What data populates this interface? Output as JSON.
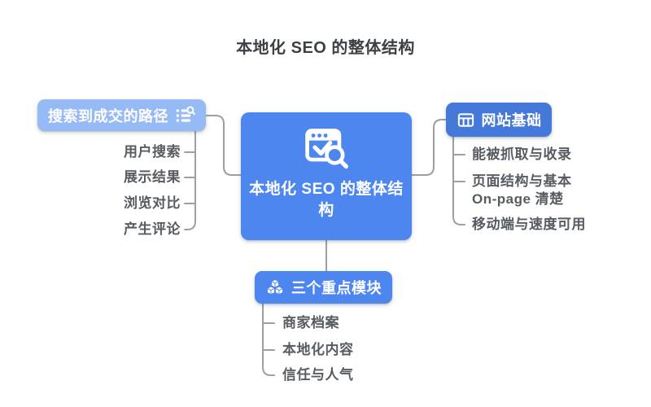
{
  "title": "本地化 SEO 的整体结构",
  "center": {
    "label": "本地化 SEO 的整体结构",
    "icon": "browser-seo-check-search",
    "color": "#4d86ef"
  },
  "left_branch": {
    "label": "搜索到成交的路径",
    "icon": "search-list",
    "color": "#96baf6",
    "children": [
      "用户搜索",
      "展示结果",
      "浏览对比",
      "产生评论"
    ]
  },
  "right_branch": {
    "label": "网站基础",
    "icon": "table-layout",
    "color": "#4478d9",
    "children": [
      "能被抓取与收录",
      "页面结构与基本\nOn-page 清楚",
      "移动端与速度可用"
    ]
  },
  "bottom_branch": {
    "label": "三个重点模块",
    "icon": "cubes",
    "color": "#4d86ef",
    "children": [
      "商家档案",
      "本地化内容",
      "信任与人气"
    ]
  },
  "colors": {
    "line": "#9aa0a6",
    "child_text": "#575c62",
    "title_text": "#3d4145"
  }
}
